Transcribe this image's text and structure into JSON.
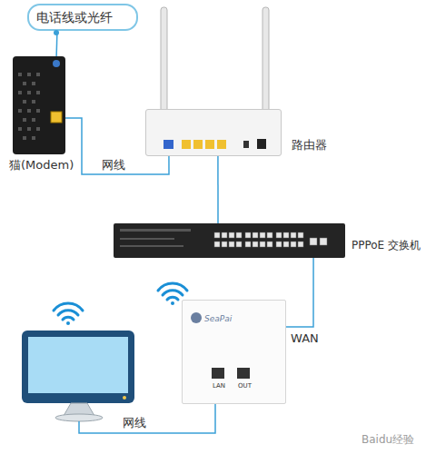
{
  "diagram": {
    "nodes": [
      {
        "text": [
          "电话线或光纤"
        ]
      },
      {
        "text": [
          "猫(Modem)"
        ]
      },
      {
        "text": [
          "路由器"
        ]
      },
      {
        "text": [
          "PPPoE 交换机"
        ]
      },
      {
        "text": [
          "SeaPai",
          "LAN",
          "OUT"
        ]
      }
    ],
    "edges": [
      {
        "from": 0,
        "to": 1,
        "arrow": "none"
      },
      {
        "from": 1,
        "to": 2,
        "label": "网线",
        "arrow": "none"
      },
      {
        "from": 2,
        "to": 3,
        "arrow": "none"
      },
      {
        "from": 3,
        "to": 4,
        "label": "WAN",
        "arrow": "none"
      }
    ],
    "labels": [
      "网线",
      "Baidu经验"
    ]
  }
}
